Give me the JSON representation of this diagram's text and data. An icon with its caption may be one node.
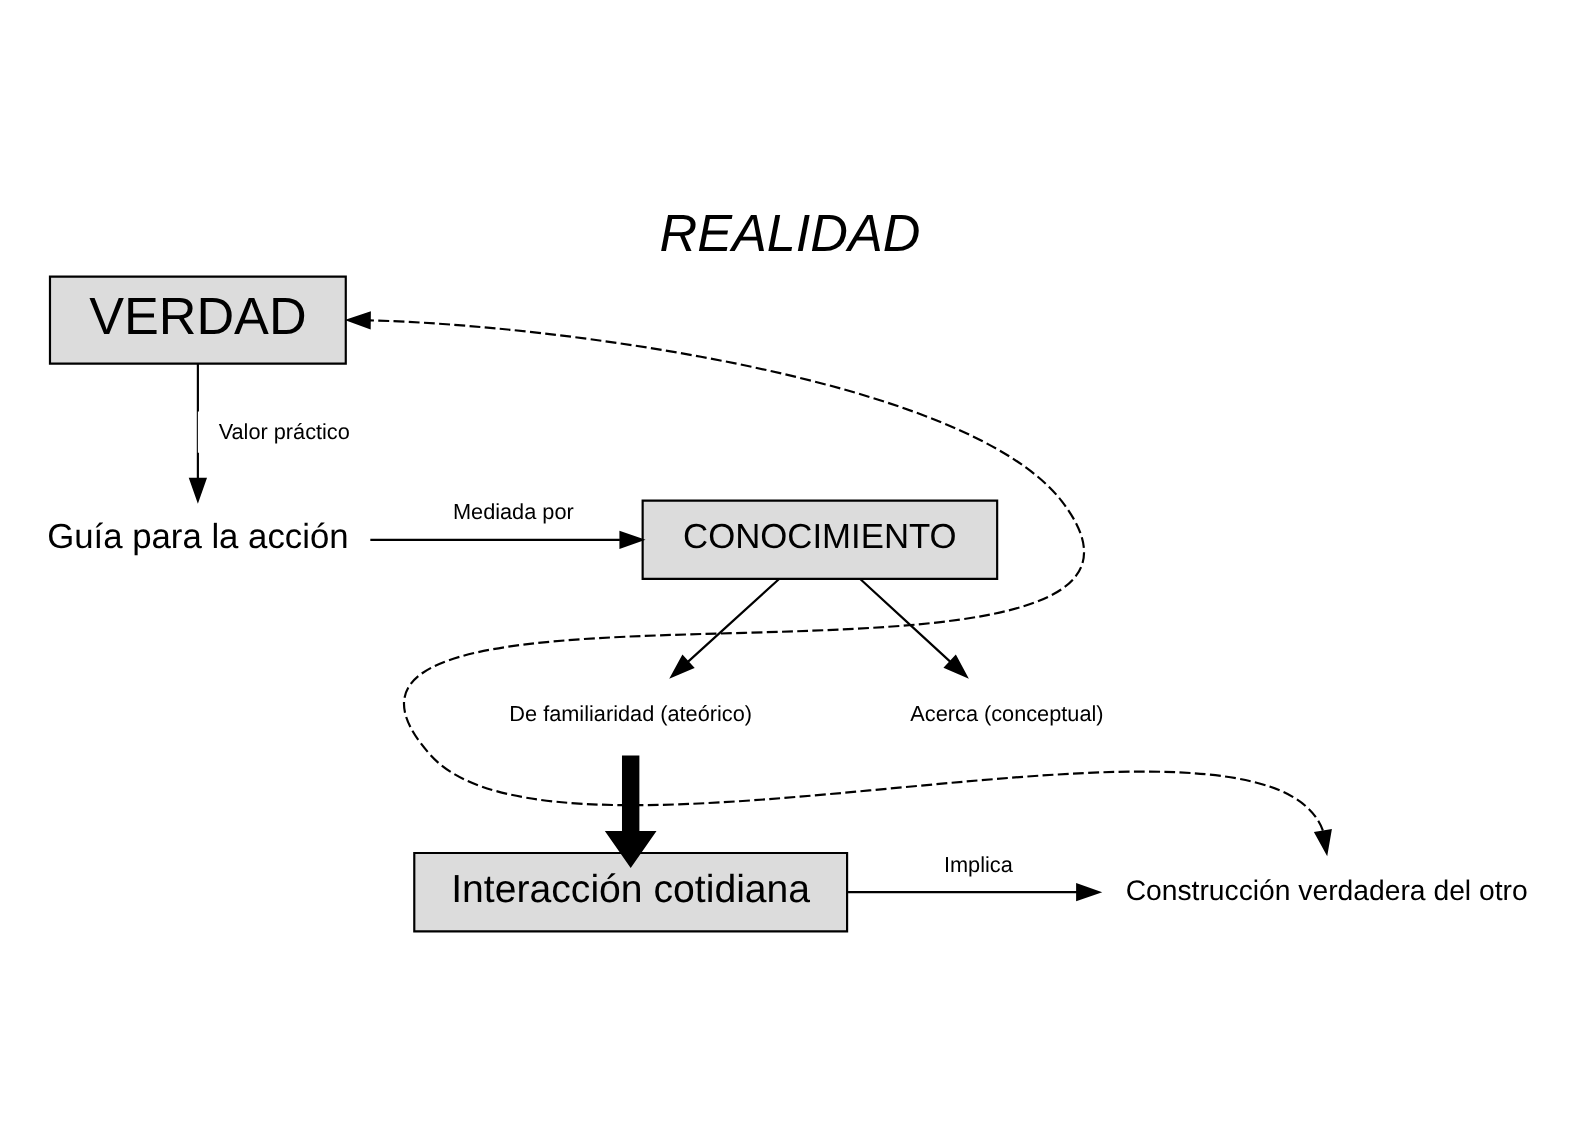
{
  "diagram": {
    "title": "REALIDAD",
    "nodes": [
      {
        "text": [
          "VERDAD"
        ]
      },
      {
        "text": [
          "Guía para la acción"
        ]
      },
      {
        "text": [
          "CONOCIMIENTO"
        ]
      },
      {
        "text": [
          "De familiaridad (ateórico)"
        ]
      },
      {
        "text": [
          "Acerca (conceptual)"
        ]
      },
      {
        "text": [
          "Interacción cotidiana"
        ]
      },
      {
        "text": [
          "Construcción verdadera del otro"
        ]
      }
    ],
    "edges": [
      {
        "from": 0,
        "to": 1,
        "arrow": "to",
        "label": "Valor práctico"
      },
      {
        "from": 1,
        "to": 2,
        "arrow": "to",
        "label": "Mediada por"
      },
      {
        "from": 2,
        "to": 3,
        "arrow": "to"
      },
      {
        "from": 2,
        "to": 4,
        "arrow": "to"
      },
      {
        "from": 3,
        "to": 5,
        "arrow": "to",
        "style": "thick"
      },
      {
        "from": 5,
        "to": 6,
        "arrow": "to",
        "label": "Implica"
      },
      {
        "from": 6,
        "to": 0,
        "arrow": "both",
        "style": "dashed"
      }
    ]
  }
}
